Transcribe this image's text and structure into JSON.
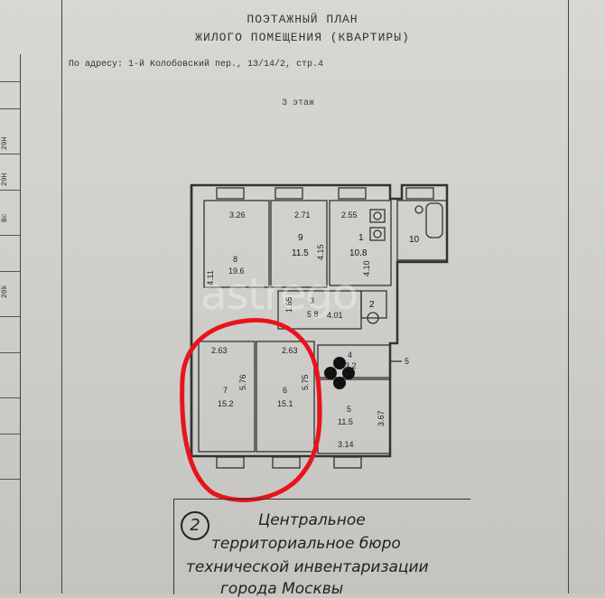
{
  "header": {
    "title_line1": "ПОЭТАЖНЫЙ ПЛАН",
    "title_line2": "ЖИЛОГО ПОМЕЩЕНИЯ (КВАРТИРЫ)",
    "address": "По адресу: 1-й Колобовский пер., 13/14/2, стр.4",
    "floor": "3 этаж"
  },
  "left_margin": {
    "labels": [
      "29H",
      "29H",
      "Bc",
      "20k"
    ]
  },
  "rooms": [
    {
      "num": "8",
      "area": "19.6",
      "dims": [
        "3.26",
        "4.11"
      ]
    },
    {
      "num": "9",
      "area": "11.5",
      "dims": [
        "2.71",
        "4.15"
      ]
    },
    {
      "num": "1",
      "area": "10.8",
      "dims": [
        "2.55",
        "4.10"
      ]
    },
    {
      "num": "10",
      "area": ""
    },
    {
      "num": "3",
      "area": "5.8",
      "dims": [
        "1.65",
        "4.01"
      ]
    },
    {
      "num": "2",
      "area": ""
    },
    {
      "num": "7",
      "area": "15.2",
      "dims": [
        "2.63",
        "5.76"
      ]
    },
    {
      "num": "6",
      "area": "15.1",
      "dims": [
        "2.63",
        "5.75"
      ]
    },
    {
      "num": "4",
      "area": "3.2"
    },
    {
      "num": "5",
      "area": "11.5",
      "dims": [
        "3.14",
        "3.67"
      ]
    },
    {
      "num": "5",
      "area": ""
    }
  ],
  "watermark": "astrego",
  "stamp": {
    "number": "2",
    "line1": "Центральное",
    "line2": "территориальное бюро",
    "line3": "технической инвентаризации",
    "line4": "города Москвы"
  },
  "colors": {
    "highlight": "#e8141c",
    "paper": "#d4d3cf",
    "ink": "#222222"
  }
}
